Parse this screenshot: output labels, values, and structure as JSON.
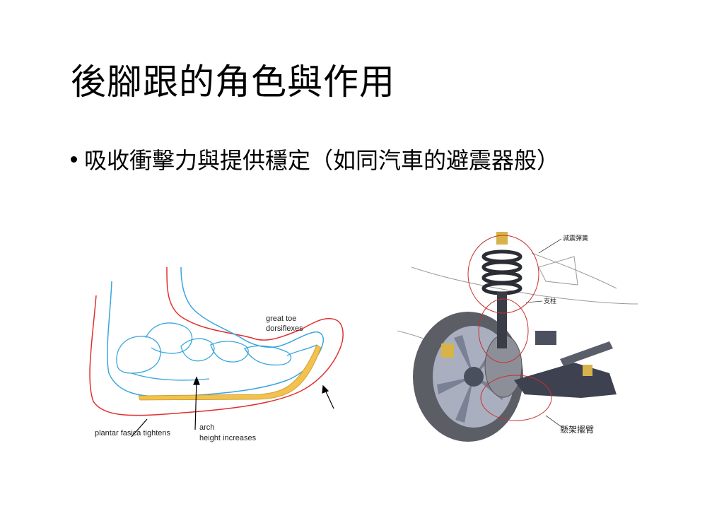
{
  "slide": {
    "title": "後腳跟的角色與作用",
    "bullet": "吸收衝擊力與提供穩定（如同汽車的避震器般）"
  },
  "foot_diagram": {
    "label_toe": [
      "great toe",
      "dorsiflexes"
    ],
    "label_fascia": "plantar fasica tightens",
    "label_arch": [
      "arch",
      "height increases"
    ]
  },
  "suspension_diagram": {
    "label_spring": "減震彈簧",
    "label_strut": "支柱",
    "label_arm": "懸架擺臂"
  }
}
